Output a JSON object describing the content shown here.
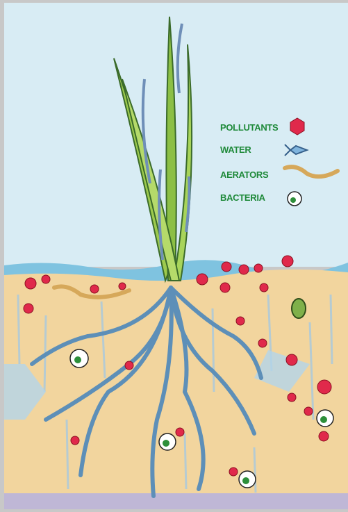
{
  "legend": {
    "items": [
      {
        "label": "POLLUTANTS",
        "icon": "red-hexagon-icon"
      },
      {
        "label": "WATER",
        "icon": "blue-arrow-icon"
      },
      {
        "label": "AERATORS",
        "icon": "worm-icon"
      },
      {
        "label": "BACTERIA",
        "icon": "bacteria-icon"
      }
    ]
  },
  "colors": {
    "sky": "#d8ecf4",
    "soil": "#f2d59e",
    "water_surface": "#7fc3e0",
    "plant": "#9dca4e",
    "root": "#5d8fb8",
    "pollutant": "#e0294b",
    "legend_text": "#1f8a3a"
  }
}
